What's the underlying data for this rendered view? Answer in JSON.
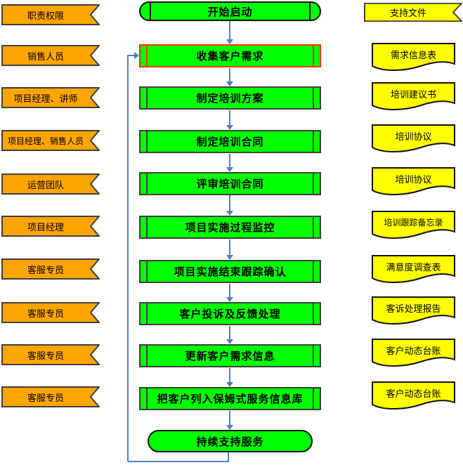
{
  "colors": {
    "green": "#00FF00",
    "orange": "#FFA500",
    "yellow": "#FFFF00",
    "blue": "#4F81BD",
    "red": "#FF3300",
    "shape-border": "#3F3F3F"
  },
  "left_column": {
    "items": [
      "职责权限",
      "销售人员",
      "项目经理、讲师",
      "项目经理、销售人员",
      "运营团队",
      "项目经理",
      "客服专员",
      "客服专员",
      "客服专员",
      "客服专员"
    ]
  },
  "middle_flow": {
    "start": "开始启动",
    "steps": [
      "收集客户需求",
      "制定培训方案",
      "制定培训合同",
      "评审培训合同",
      "项目实施过程监控",
      "项目实施结束跟踪确认",
      "客户投诉及反馈处理",
      "更新客户需求信息",
      "把客户列入保姆式服务信息库"
    ],
    "highlighted_step": "收集客户需求",
    "end": "持续支持服务"
  },
  "right_column": {
    "header": "支持文件",
    "documents": [
      "需求信息表",
      "培训建议书",
      "培训协议",
      "培训协议",
      "培训跟踪备忘录",
      "满意度调查表",
      "客诉处理报告",
      "客户动态台账",
      "客户动态台账"
    ]
  }
}
